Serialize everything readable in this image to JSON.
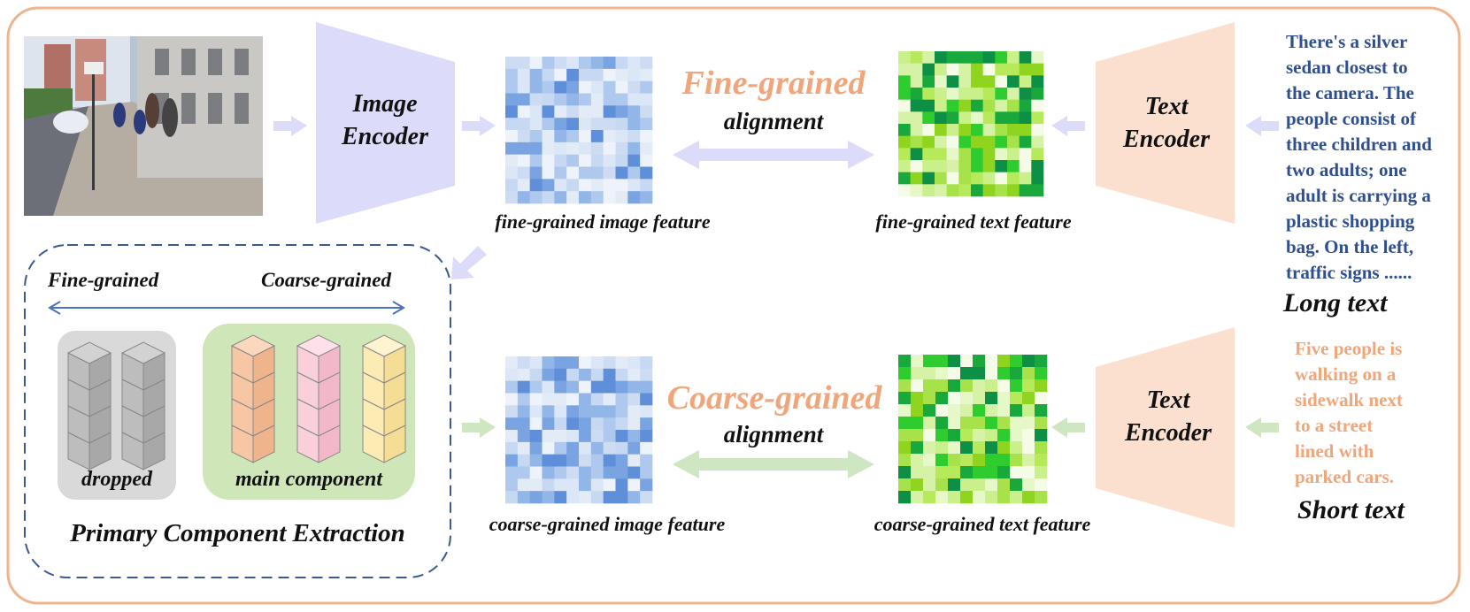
{
  "image_encoder": {
    "line1": "Image",
    "line2": "Encoder"
  },
  "text_encoder_top": {
    "line1": "Text",
    "line2": "Encoder"
  },
  "text_encoder_bottom": {
    "line1": "Text",
    "line2": "Encoder"
  },
  "fine_alignment": {
    "title": "Fine-grained",
    "subtitle": "alignment"
  },
  "coarse_alignment": {
    "title": "Coarse-grained",
    "subtitle": "alignment"
  },
  "feature_labels": {
    "fine_image": "fine-grained image feature",
    "fine_text": "fine-grained text feature",
    "coarse_image": "coarse-grained image feature",
    "coarse_text": "coarse-grained text feature"
  },
  "long_text": {
    "lines": [
      "There's a silver",
      "sedan closest to",
      "the camera. The",
      "people consist of",
      "three children and",
      "two adults; one",
      "adult is carrying a",
      "plastic shopping",
      "bag. On the left,",
      "traffic signs ......"
    ],
    "caption": "Long text"
  },
  "short_text": {
    "lines": [
      "Five people is",
      "walking on a",
      "sidewalk next",
      "to a street",
      "lined with",
      "parked cars."
    ],
    "caption": "Short text"
  },
  "pce_box": {
    "left_label": "Fine-grained",
    "right_label": "Coarse-grained",
    "dropped_label": "dropped",
    "main_label": "main component",
    "title": "Primary Component Extraction"
  },
  "colors": {
    "outer_border": "#f0b48c",
    "encoder_image": "#dcdcfa",
    "encoder_text": "#fbe0d0",
    "arrow_purple": "#dcdcfa",
    "arrow_green": "#cfe6c2",
    "long_text": "#2f4f8f",
    "short_text": "#f0a67a",
    "fine_title": "#f0a67a",
    "dashed_box": "#3a5a90",
    "dropped_bg": "#d9d9d9",
    "main_bg": "#cfe6b8",
    "cube_gray": "#bdbdbd",
    "cube_orange": "#f7c6a4",
    "cube_pink": "#f9cfdc",
    "cube_yellow": "#fcecb4"
  }
}
